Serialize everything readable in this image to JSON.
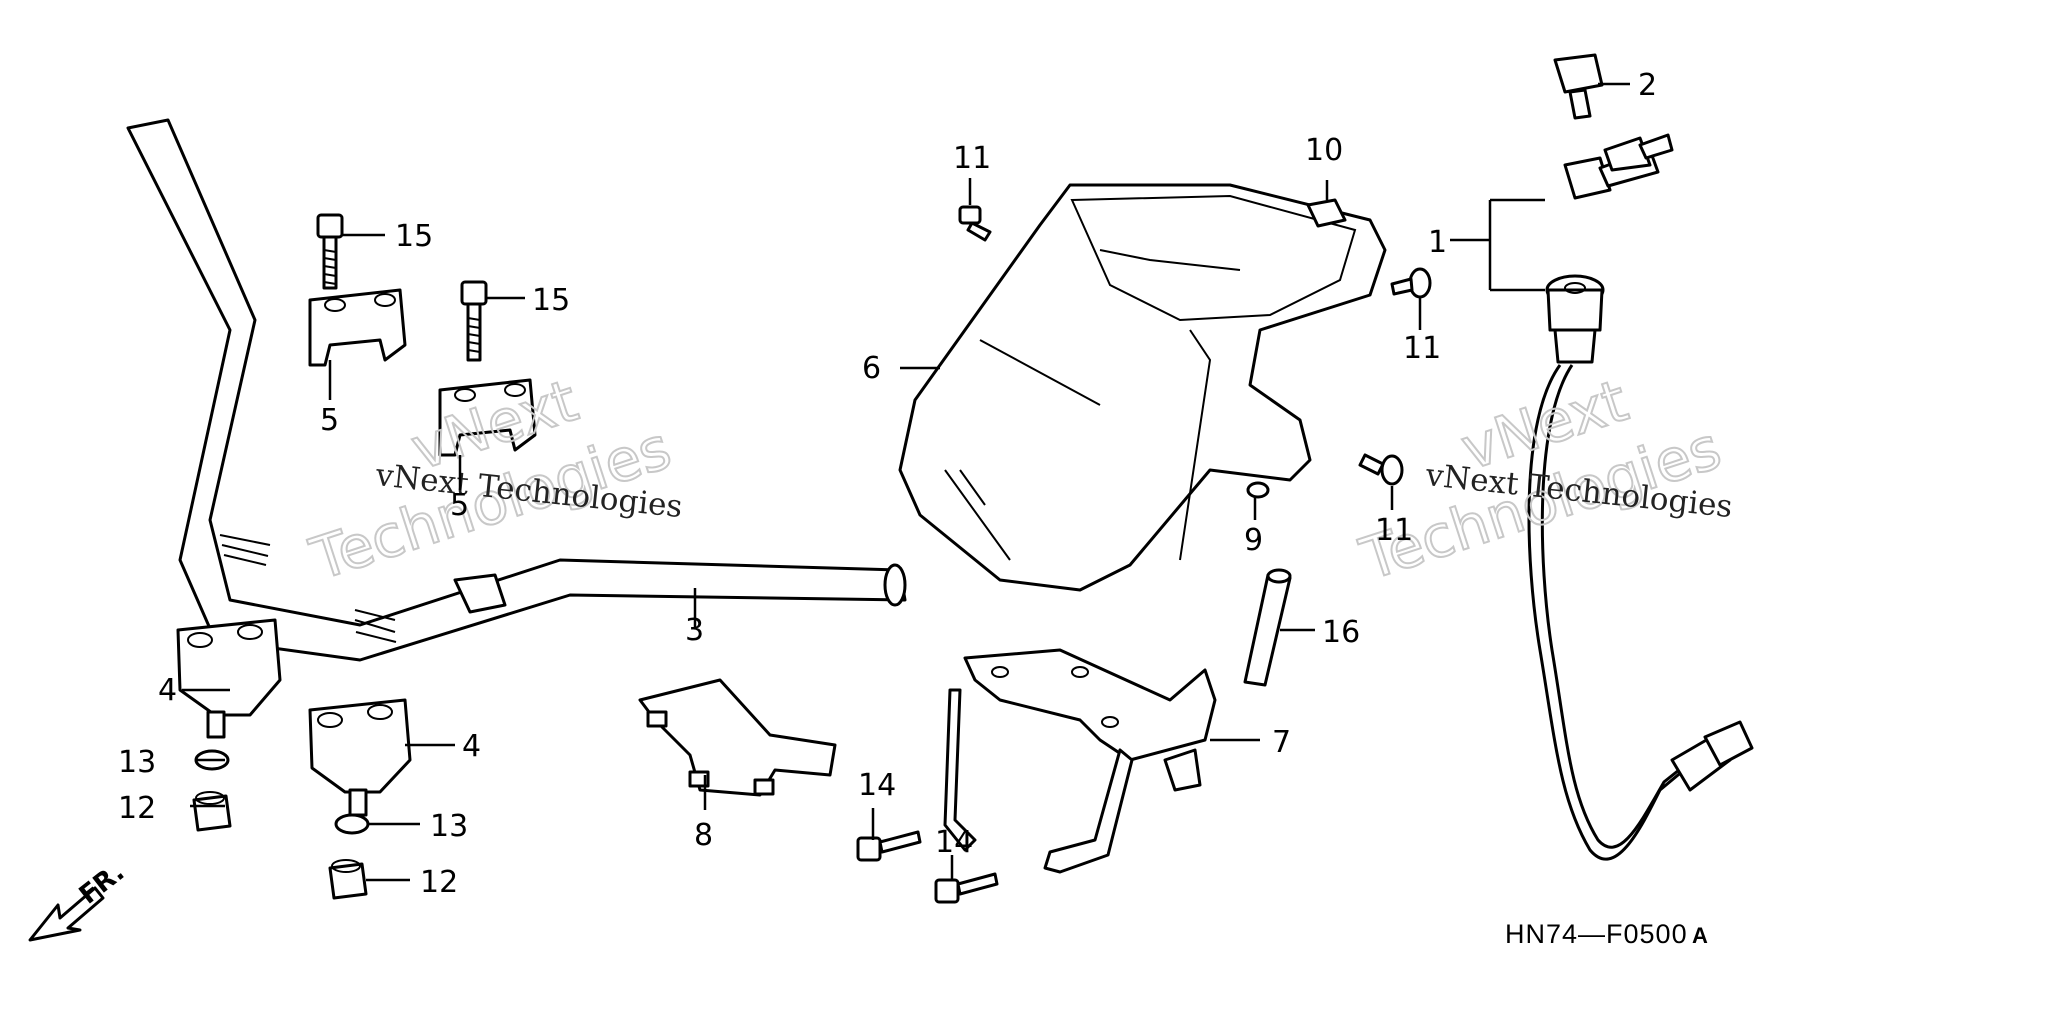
{
  "diagram_code": "HN74—F0500",
  "diagram_code_suffix": "A",
  "front_marker": "FR.",
  "watermark": {
    "line1": "vNext",
    "line2": "Technologies",
    "caption": "vNext Technologies"
  },
  "callouts": {
    "c1": "1",
    "c2": "2",
    "c3": "3",
    "c4a": "4",
    "c4b": "4",
    "c5a": "5",
    "c5b": "5",
    "c6": "6",
    "c7": "7",
    "c8": "8",
    "c9": "9",
    "c10": "10",
    "c11a": "11",
    "c11b": "11",
    "c11c": "11",
    "c12a": "12",
    "c12b": "12",
    "c13a": "13",
    "c13b": "13",
    "c14a": "14",
    "c14b": "14",
    "c15a": "15",
    "c15b": "15",
    "c16": "16"
  }
}
